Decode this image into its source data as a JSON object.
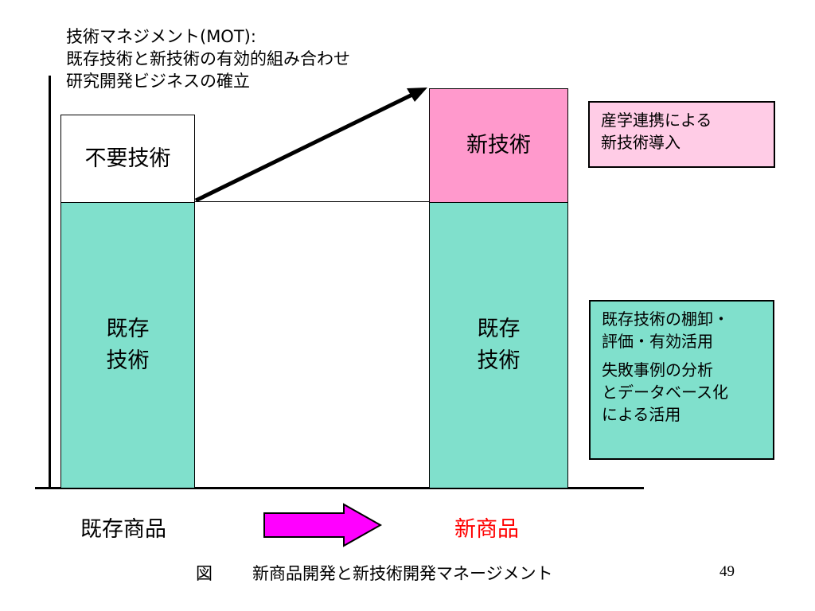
{
  "heading": {
    "line1": "技術マネジメント(MOT):",
    "line2": "既存技術と新技術の有効的組み合わせ",
    "line3": "研究開発ビジネスの確立"
  },
  "left_column": {
    "top_label": "不要技術",
    "bottom_line1": "既存",
    "bottom_line2": "技術"
  },
  "right_column": {
    "top_label": "新技術",
    "bottom_line1": "既存",
    "bottom_line2": "技術"
  },
  "notes": {
    "pink": {
      "line1": "産学連携による",
      "line2": "新技術導入"
    },
    "teal": {
      "p1_line1": "既存技術の棚卸・",
      "p1_line2": "評価・有効活用",
      "p2_line1": "失敗事例の分析",
      "p2_line2": "とデータベース化",
      "p2_line3": "による活用"
    }
  },
  "bottom_labels": {
    "existing_product": "既存商品",
    "new_product": "新商品"
  },
  "caption": {
    "prefix": "図",
    "text": "新商品開発と新技術開発マネージメント"
  },
  "page_number": "49",
  "colors": {
    "teal": "#80e0cc",
    "pink": "#ff99cc",
    "light_pink": "#ffcce6",
    "magenta_arrow": "#ff00ff",
    "new_product_red": "#ff0000"
  }
}
